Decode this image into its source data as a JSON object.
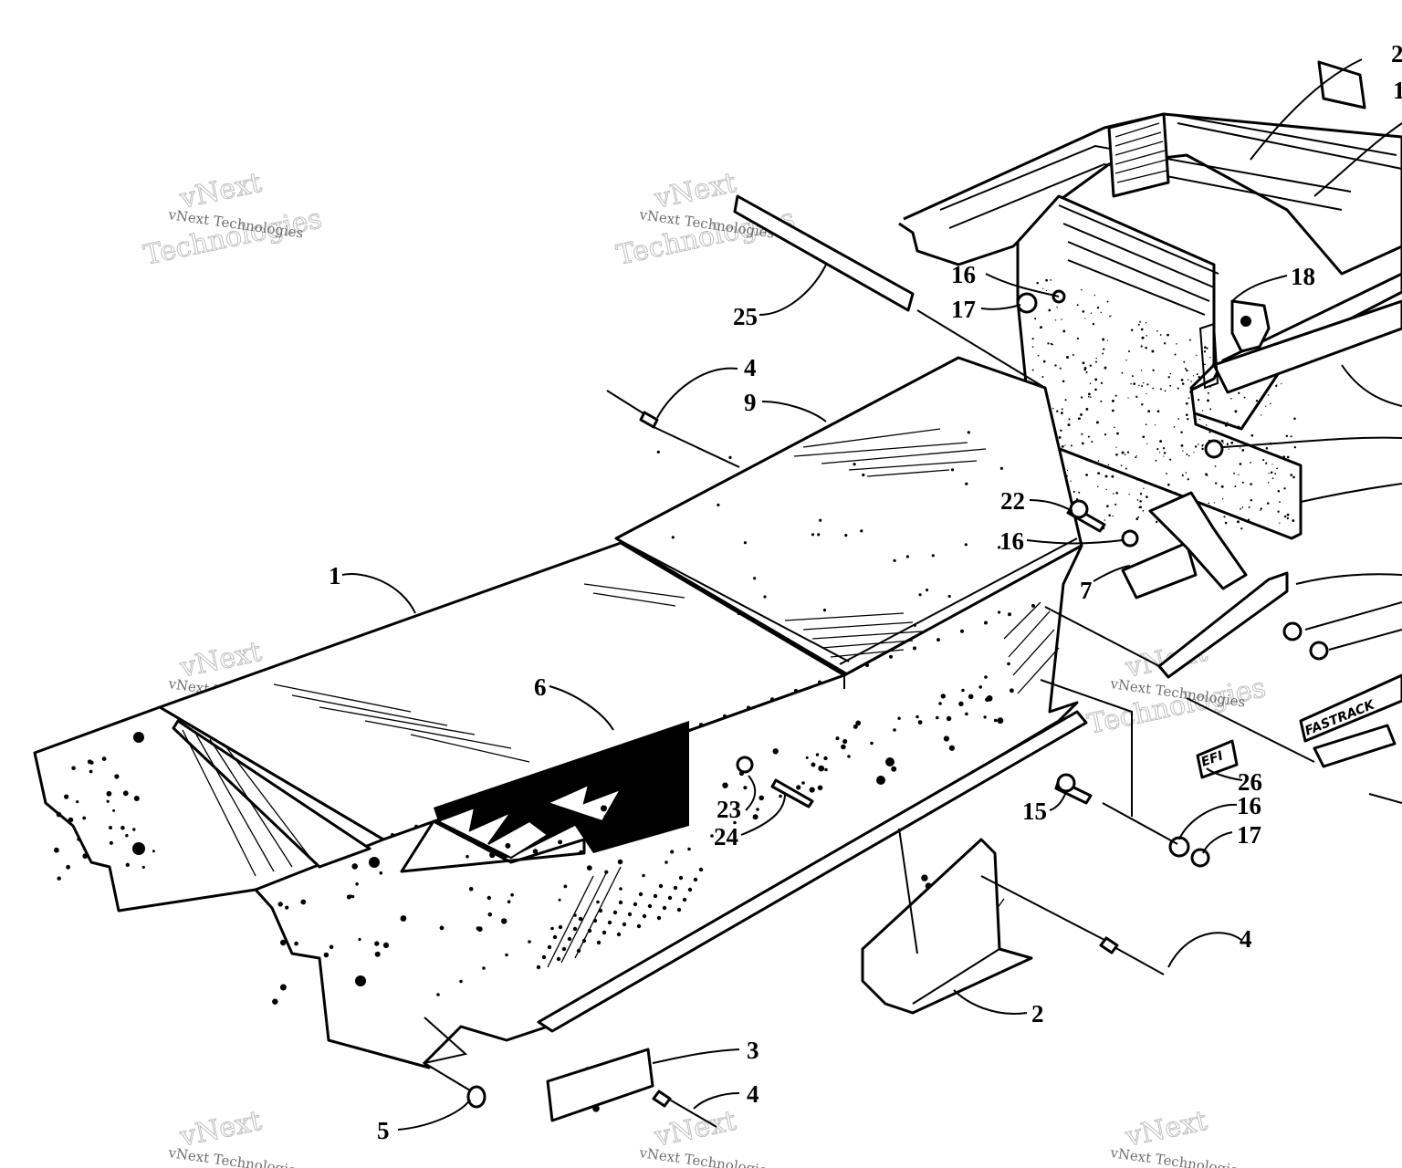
{
  "diagram": {
    "watermark": {
      "line1": "vNext Technologies",
      "line2": "vNext",
      "line3": "Technologies"
    },
    "callouts": [
      {
        "id": "c1",
        "label": "1"
      },
      {
        "id": "c2",
        "label": "2"
      },
      {
        "id": "c3",
        "label": "3"
      },
      {
        "id": "c4a",
        "label": "4"
      },
      {
        "id": "c4b",
        "label": "4"
      },
      {
        "id": "c4c",
        "label": "4"
      },
      {
        "id": "c5",
        "label": "5"
      },
      {
        "id": "c6",
        "label": "6"
      },
      {
        "id": "c7",
        "label": "7"
      },
      {
        "id": "c9",
        "label": "9"
      },
      {
        "id": "c15",
        "label": "15"
      },
      {
        "id": "c16a",
        "label": "16"
      },
      {
        "id": "c16b",
        "label": "16"
      },
      {
        "id": "c16c",
        "label": "16"
      },
      {
        "id": "c17a",
        "label": "17"
      },
      {
        "id": "c17b",
        "label": "17"
      },
      {
        "id": "c18",
        "label": "18"
      },
      {
        "id": "c22",
        "label": "22"
      },
      {
        "id": "c23",
        "label": "23"
      },
      {
        "id": "c24",
        "label": "24"
      },
      {
        "id": "c25",
        "label": "25"
      },
      {
        "id": "c26",
        "label": "26"
      },
      {
        "id": "c2top",
        "label": "2"
      },
      {
        "id": "c1top",
        "label": "1"
      }
    ],
    "decals": {
      "efi": "EFI",
      "fastrack": "FASTRACK"
    }
  }
}
